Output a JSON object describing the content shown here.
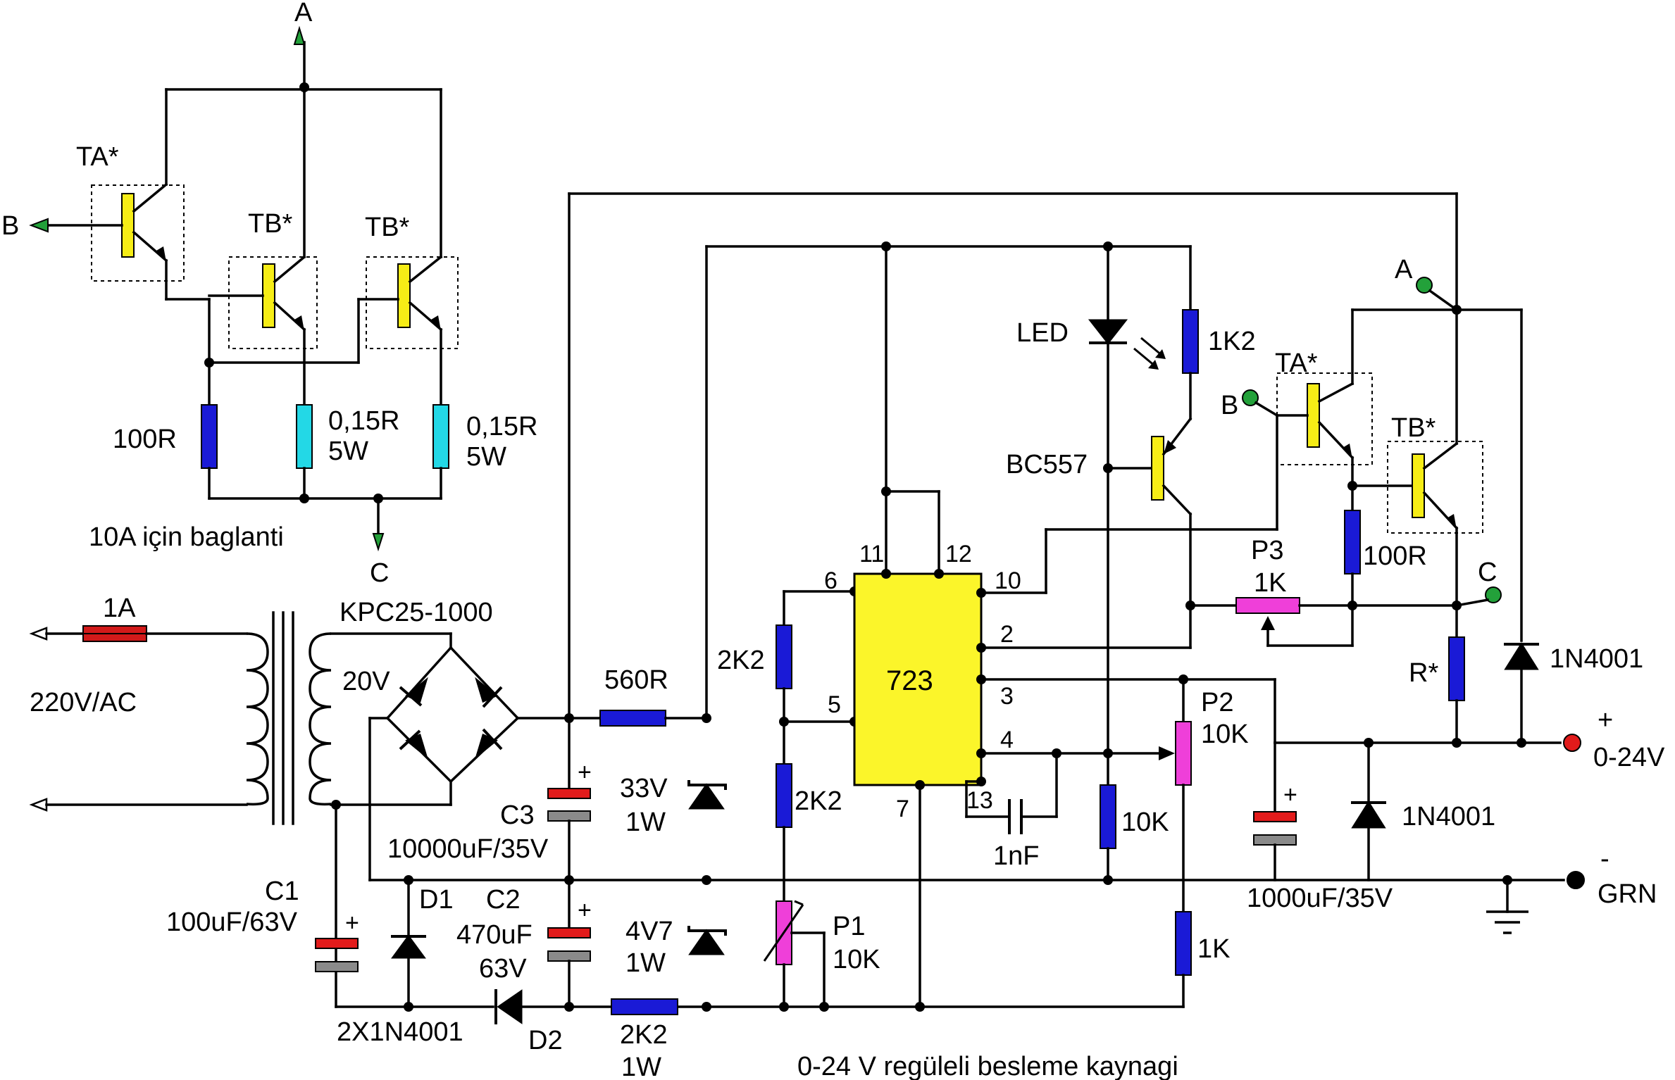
{
  "caption": "0-24 V regüleli besleme kaynagi",
  "inset": {
    "caption": "10A için baglanti",
    "terminal_a": "A",
    "terminal_b": "B",
    "terminal_c": "C",
    "ta_label": "TA*",
    "tb1_label": "TB*",
    "tb2_label": "TB*",
    "r100_label": "100R",
    "rs1_label_1": "0,15R",
    "rs1_label_2": "5W",
    "rs2_label_1": "0,15R",
    "rs2_label_2": "5W"
  },
  "input": {
    "fuse": "1A",
    "mains": "220V/AC",
    "transformer": "KPC25-1000",
    "secondary": "20V"
  },
  "components": {
    "c1_name": "C1",
    "c1_value": "100uF/63V",
    "d1_name": "D1",
    "d1d2_type": "2X1N4001",
    "c2_name": "C2",
    "c2_value_1": "470uF",
    "c2_value_2": "63V",
    "d2_name": "D2",
    "c3_name": "C3",
    "c3_value": "10000uF/35V",
    "r560": "560R",
    "z33_1": "33V",
    "z33_2": "1W",
    "z47_1": "4V7",
    "z47_2": "1W",
    "r2k2w_1": "2K2",
    "r2k2w_2": "1W",
    "r2k2_a": "2K2",
    "r2k2_b": "2K2",
    "p1_name": "P1",
    "p1_value": "10K",
    "ic": "723",
    "cap1nf": "1nF",
    "led": "LED",
    "r1k2": "1K2",
    "bc557": "BC557",
    "r10k": "10K",
    "p2_name": "P2",
    "p2_value": "10K",
    "r1k": "1K",
    "p3_name": "P3",
    "p3_value": "1K",
    "r100": "100R",
    "rstar": "R*",
    "ta_label": "TA*",
    "tb_label": "TB*",
    "term_a": "A",
    "term_b": "B",
    "term_c": "C",
    "d_1n4001_top": "1N4001",
    "d_1n4001_bot": "1N4001",
    "c_out": "1000uF/35V",
    "plus": "+",
    "range": "0-24V",
    "minus": "-",
    "gnd": "GRN"
  },
  "ic_pins": {
    "p11": "11",
    "p12": "12",
    "p10": "10",
    "p6": "6",
    "p2": "2",
    "p5": "5",
    "p3": "3",
    "p4": "4",
    "p13": "13",
    "p7": "7"
  },
  "cap_plus_sign": "+"
}
